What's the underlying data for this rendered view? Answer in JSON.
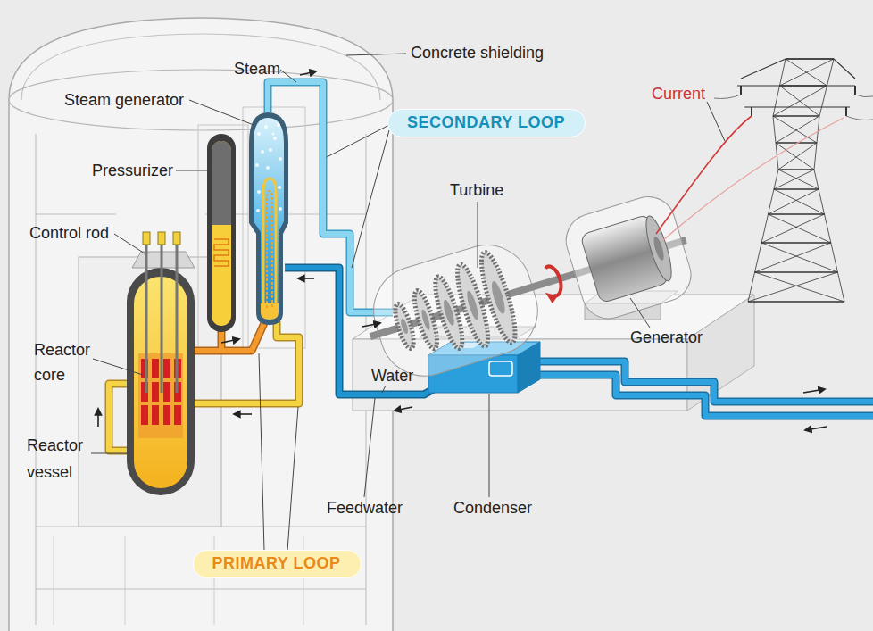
{
  "diagram": {
    "nodes": [
      {
        "text": [
          "SECONDARY LOOP"
        ]
      },
      {
        "text": [
          "PRIMARY LOOP"
        ]
      }
    ],
    "labels": [
      "Concrete shielding",
      "Steam",
      "Steam generator",
      "Pressurizer",
      "Control rod",
      "Reactor core",
      "Reactor vessel",
      "Water",
      "Feedwater",
      "Condenser",
      "Turbine",
      "Generator",
      "Current"
    ]
  }
}
